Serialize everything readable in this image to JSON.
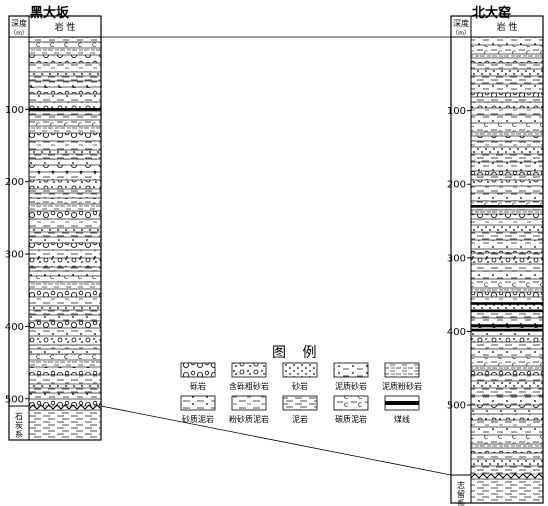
{
  "left_column": {
    "title": "黑大坂",
    "header_depth": "深度",
    "header_unit": "（m）",
    "header_lith": "岩  性",
    "depth_ticks": [
      100,
      200,
      300,
      400,
      500
    ],
    "depth_max": 510,
    "coal_seams": [
      100
    ],
    "base_label_1": "石",
    "base_label_2": "炭",
    "base_label_3": "系"
  },
  "right_column": {
    "title": "北大窑",
    "header_depth": "深度",
    "header_unit": "（m）",
    "header_lith": "岩 性",
    "depth_ticks": [
      100,
      200,
      300,
      400,
      500
    ],
    "depth_max": 595,
    "coal_seams": [
      230,
      362,
      372,
      392,
      398
    ],
    "base_label_1": "志",
    "base_label_2": "留",
    "base_label_3": "系"
  },
  "legend": {
    "title": "图  例",
    "items": [
      {
        "label": "砾岩",
        "pattern": "conglomerate"
      },
      {
        "label": "含砾粗砂岩",
        "pattern": "pebbly-sandstone"
      },
      {
        "label": "砂岩",
        "pattern": "sandstone"
      },
      {
        "label": "泥质砂岩",
        "pattern": "muddy-sandstone"
      },
      {
        "label": "泥质粉砂岩",
        "pattern": "muddy-siltstone"
      },
      {
        "label": "砂质泥岩",
        "pattern": "sandy-mudstone"
      },
      {
        "label": "粉砂质泥岩",
        "pattern": "silty-mudstone"
      },
      {
        "label": "泥岩",
        "pattern": "mudstone"
      },
      {
        "label": "碳质泥岩",
        "pattern": "carbonaceous-mudstone"
      },
      {
        "label": "煤线",
        "pattern": "coal"
      }
    ]
  }
}
